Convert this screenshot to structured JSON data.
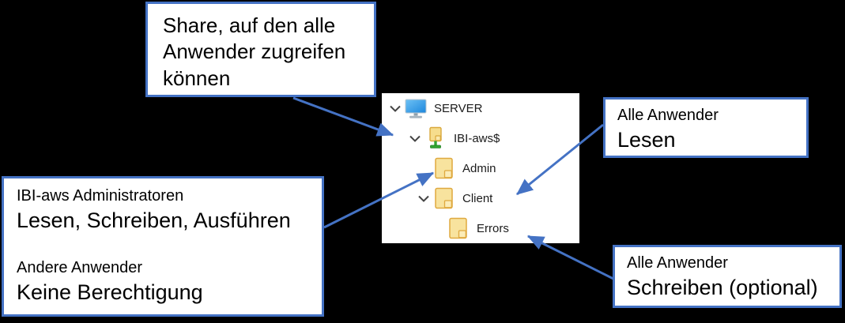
{
  "colors": {
    "background": "#000000",
    "accent_blue": "#4472C4",
    "panel_white": "#ffffff",
    "folder_yellow": "#f8e39e",
    "folder_outline": "#dfa93f",
    "share_green": "#33a532",
    "monitor_blue": "#2f9ce8"
  },
  "callouts": {
    "share": {
      "text": "Share, auf den alle\nAnwender zugreifen\nkönnen"
    },
    "admin_folder": {
      "group1": "IBI-aws Administratoren",
      "permissions1": "Lesen, Schreiben, Ausführen",
      "group2": "Andere Anwender",
      "permissions2": "Keine Berechtigung"
    },
    "client_folder": {
      "group": "Alle Anwender",
      "permissions": "Lesen"
    },
    "errors_folder": {
      "group": "Alle Anwender",
      "permissions": "Schreiben (optional)"
    }
  },
  "tree": {
    "nodes": [
      {
        "label": "SERVER",
        "icon": "computer-icon",
        "level": 0,
        "expanded": true
      },
      {
        "label": "IBI-aws$",
        "icon": "shared-folder-icon",
        "level": 1,
        "expanded": true
      },
      {
        "label": "Admin",
        "icon": "folder-icon",
        "level": 2,
        "expanded": false
      },
      {
        "label": "Client",
        "icon": "folder-icon",
        "level": 2,
        "expanded": true
      },
      {
        "label": "Errors",
        "icon": "folder-icon",
        "level": 3,
        "expanded": false
      }
    ]
  }
}
